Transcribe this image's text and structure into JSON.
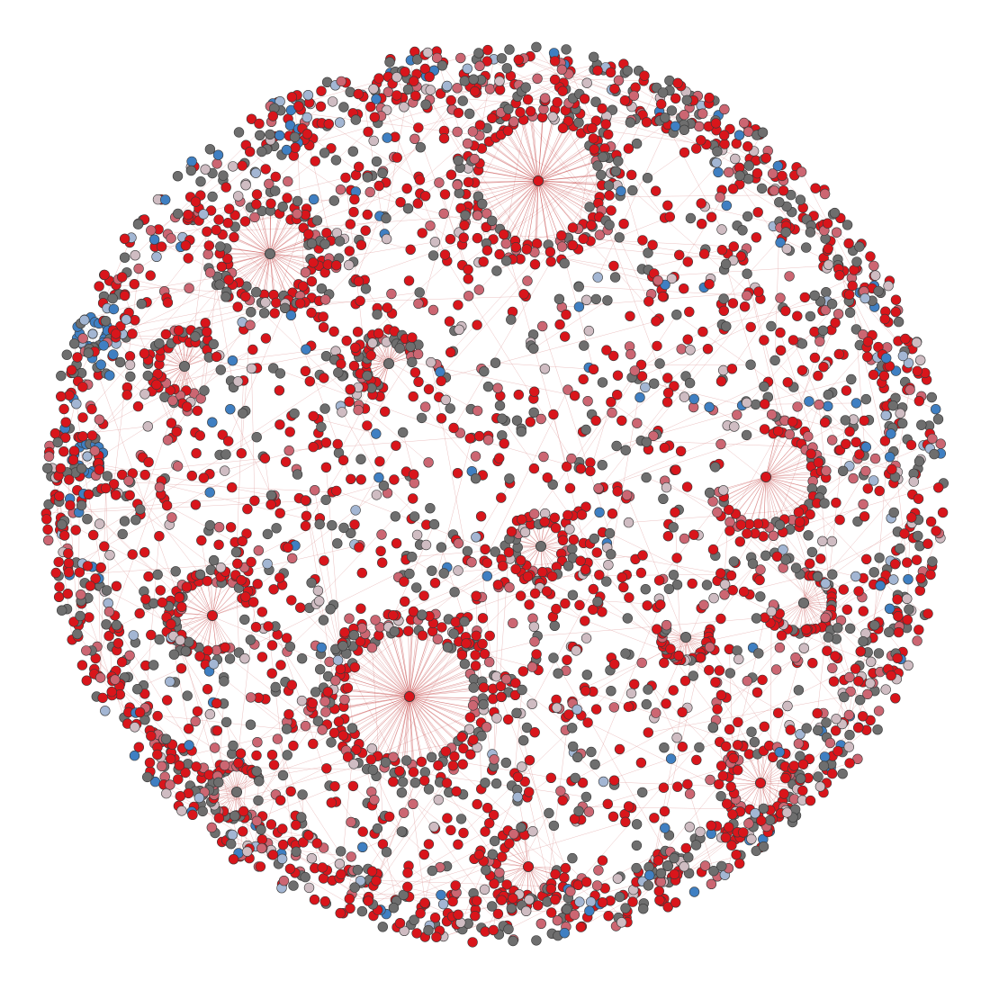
{
  "graph": {
    "type": "network-force-layout",
    "background": "#ffffff",
    "edge_color": "#e3a7a7",
    "hub_edge_color": "#c23b3b",
    "node_colors": {
      "red": "#d9151b",
      "gray": "#6e6e6e",
      "light_red": "#cc6672",
      "blue": "#3f7fc2",
      "light_blue": "#a3b6d3",
      "pale": "#cfbcc2"
    },
    "hubs": [
      {
        "id": "hub-1",
        "color_key": "red",
        "ring_count": 110,
        "red_share": 0.7
      },
      {
        "id": "hub-2",
        "color_key": "gray",
        "ring_count": 80,
        "red_share": 0.72
      },
      {
        "id": "hub-3",
        "color_key": "gray",
        "ring_count": 40,
        "red_share": 0.68
      },
      {
        "id": "hub-4",
        "color_key": "gray",
        "ring_count": 40,
        "red_share": 0.66
      },
      {
        "id": "hub-5",
        "color_key": "red",
        "ring_count": 55,
        "red_share": 0.72
      },
      {
        "id": "hub-6",
        "color_key": "gray",
        "ring_count": 42,
        "red_share": 0.62
      },
      {
        "id": "hub-7",
        "color_key": "red",
        "ring_count": 46,
        "red_share": 0.72
      },
      {
        "id": "hub-8",
        "color_key": "red",
        "ring_count": 130,
        "red_share": 0.7
      },
      {
        "id": "hub-9",
        "color_key": "gray",
        "ring_count": 30,
        "red_share": 0.7
      },
      {
        "id": "hub-10",
        "color_key": "gray",
        "ring_count": 30,
        "red_share": 0.66
      },
      {
        "id": "hub-11",
        "color_key": "gray",
        "ring_count": 34,
        "red_share": 0.62
      },
      {
        "id": "hub-12",
        "color_key": "red",
        "ring_count": 36,
        "red_share": 0.7
      },
      {
        "id": "hub-13",
        "color_key": "red",
        "ring_count": 42,
        "red_share": 0.72
      },
      {
        "id": "hub-14",
        "color_key": "gray",
        "ring_count": 18,
        "red_share": 0.6
      },
      {
        "id": "hub-15",
        "color_key": "blue",
        "ring_count": 18,
        "red_share": 0.0
      },
      {
        "id": "hub-16",
        "color_key": "blue",
        "ring_count": 18,
        "red_share": 0.0
      }
    ],
    "scattered_nodes": {
      "count": 2900,
      "red_share": 0.5,
      "gray_share": 0.3,
      "light_red_share": 0.12,
      "blue_share": 0.04,
      "pale_share": 0.04
    },
    "edges": {
      "random_count": 900
    }
  }
}
